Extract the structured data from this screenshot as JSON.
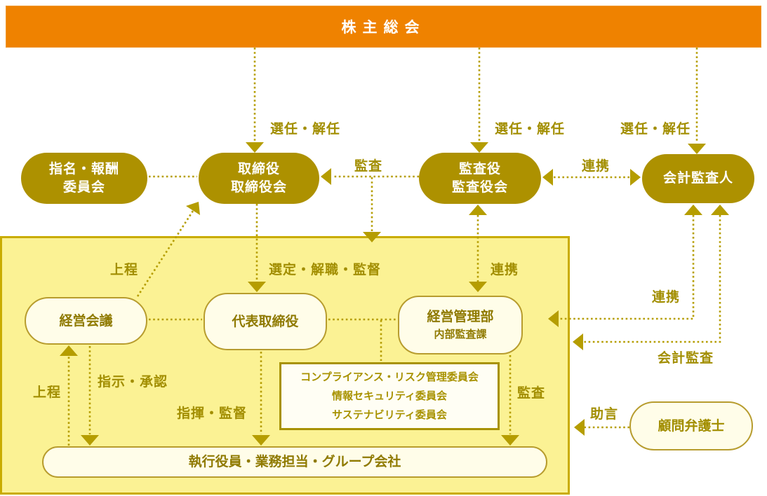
{
  "diagram": {
    "shareholders": "株主総会",
    "nomination_committee": {
      "line1": "指名・報酬",
      "line2": "委員会"
    },
    "board": {
      "line1": "取締役",
      "line2": "取締役会"
    },
    "auditors": {
      "line1": "監査役",
      "line2": "監査役会"
    },
    "accounting_auditor": "会計監査人",
    "management_meeting": "経営会議",
    "representative_director": "代表取締役",
    "management_dept": "経営管理部",
    "internal_audit_section": "内部監査課",
    "committees": {
      "line1": "コンプライアンス・リスク管理委員会",
      "line2": "情報セキュリティ委員会",
      "line3": "サステナビリティ委員会"
    },
    "executives": "執行役員・業務担当・グループ会社",
    "legal_advisor": "顧問弁護士"
  },
  "labels": {
    "appoint_dismiss": [
      "選任・解任",
      "選任・解任",
      "選任・解任"
    ],
    "audit_top": "監査",
    "cooperation_top": "連携",
    "submission_upper": "上程",
    "select_dismiss_supervise": "選定・解職・監督",
    "cooperation_mid": "連携",
    "cooperation_right": "連携",
    "accounting_audit": "会計監査",
    "submission_lower": "上程",
    "instruction_approval": "指示・承認",
    "command_supervise": "指揮・監督",
    "audit_lower": "監査",
    "advice": "助言"
  },
  "colors": {
    "orange_bar": "#EF8200",
    "olive_box": "#AD9100",
    "connector_line": "#B59D00",
    "panel_background": "#FBF294",
    "panel_border": "#C9AC00",
    "cream_box_background": "#FFFDE9",
    "cream_box_border": "#B79C2E",
    "label_text": "#A28E00",
    "box_text": "#8F7A00",
    "white_text": "#FFFFFF"
  }
}
